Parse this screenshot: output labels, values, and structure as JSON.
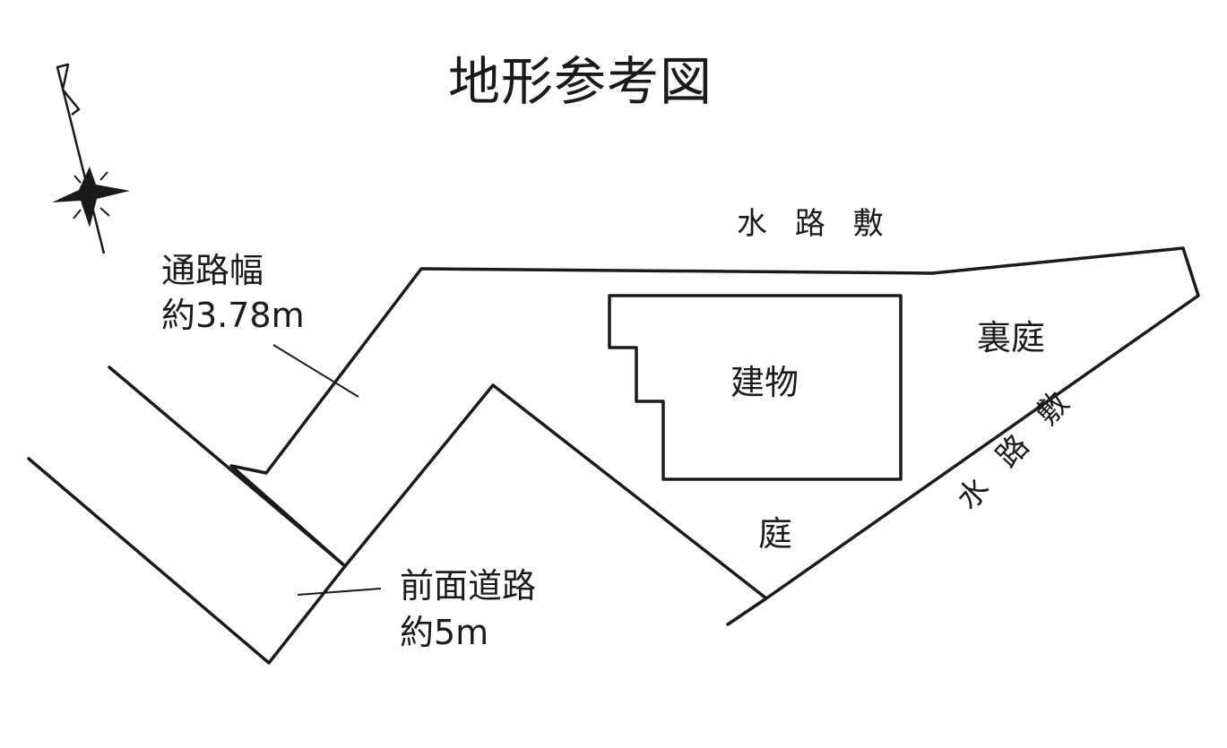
{
  "title": "地形参考図",
  "labels": {
    "waterway_top": "水 路 敷",
    "waterway_side": "水 路 敷",
    "passage_width_name": "通路幅",
    "passage_width_value": "約3.78m",
    "building": "建物",
    "backyard": "裏庭",
    "garden": "庭",
    "front_road_name": "前面道路",
    "front_road_value": "約5m"
  },
  "icons": {
    "compass": "north-arrow-icon"
  },
  "colors": {
    "line": "#1a1a1a",
    "background": "#ffffff"
  }
}
